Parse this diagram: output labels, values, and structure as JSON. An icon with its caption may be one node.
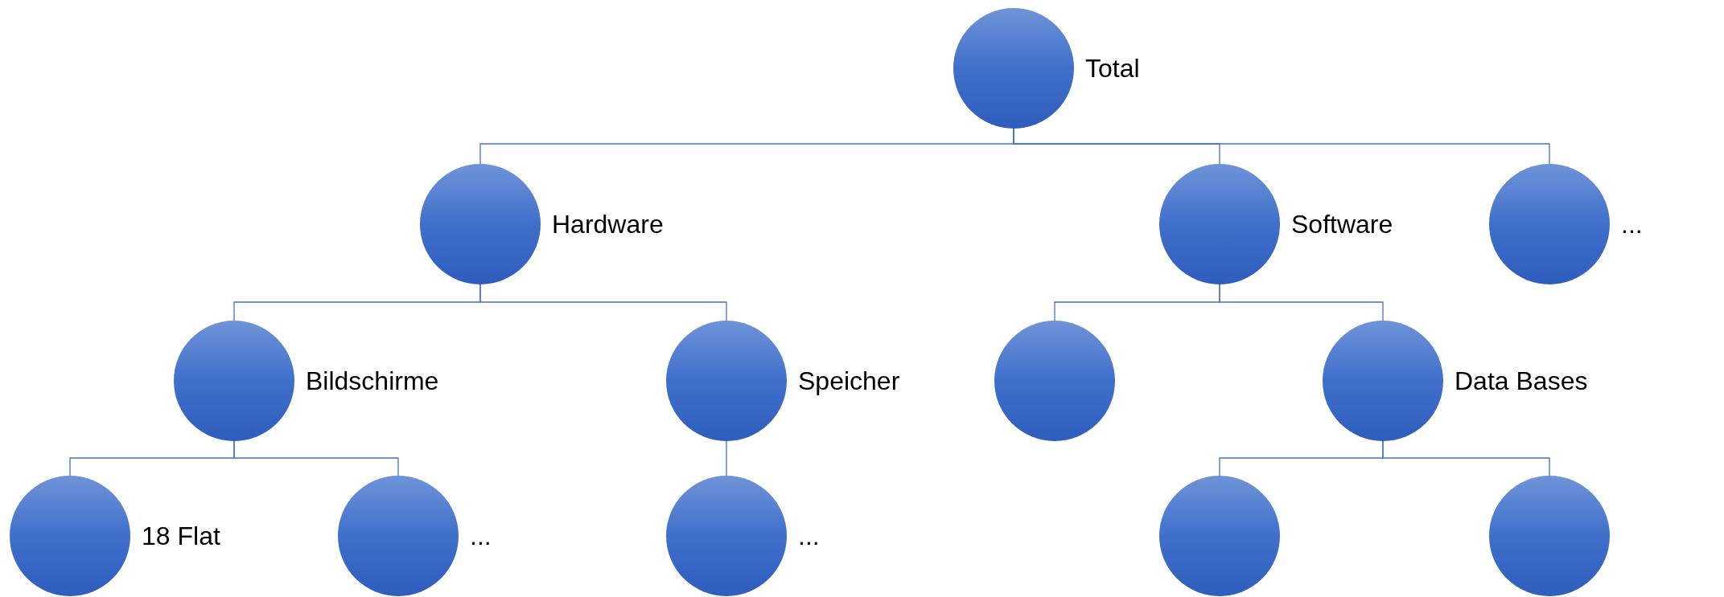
{
  "diagram": {
    "nodes": [
      {
        "text": [
          "Total"
        ]
      },
      {
        "text": [
          "Hardware"
        ]
      },
      {
        "text": [
          "Software"
        ]
      },
      {
        "text": [
          "..."
        ]
      },
      {
        "text": [
          "Bildschirme"
        ]
      },
      {
        "text": [
          "Speicher"
        ]
      },
      {
        "text": [],
        "shape": "circle"
      },
      {
        "text": [
          "Data Bases"
        ]
      },
      {
        "text": [
          "18 Flat"
        ]
      },
      {
        "text": [
          "..."
        ]
      },
      {
        "text": [
          "..."
        ]
      },
      {
        "text": [],
        "shape": "circle"
      },
      {
        "text": [],
        "shape": "circle"
      }
    ],
    "edges": [
      {
        "from": 0,
        "to": 1,
        "arrow": "none"
      },
      {
        "from": 0,
        "to": 2,
        "arrow": "none"
      },
      {
        "from": 0,
        "to": 3,
        "arrow": "none"
      },
      {
        "from": 1,
        "to": 4,
        "arrow": "none"
      },
      {
        "from": 1,
        "to": 5,
        "arrow": "none"
      },
      {
        "from": 2,
        "to": 6,
        "arrow": "none"
      },
      {
        "from": 2,
        "to": 7,
        "arrow": "none"
      },
      {
        "from": 4,
        "to": 8,
        "arrow": "none"
      },
      {
        "from": 4,
        "to": 9,
        "arrow": "none"
      },
      {
        "from": 5,
        "to": 10,
        "arrow": "none"
      },
      {
        "from": 7,
        "to": 11,
        "arrow": "none"
      },
      {
        "from": 7,
        "to": 12,
        "arrow": "none"
      }
    ]
  }
}
